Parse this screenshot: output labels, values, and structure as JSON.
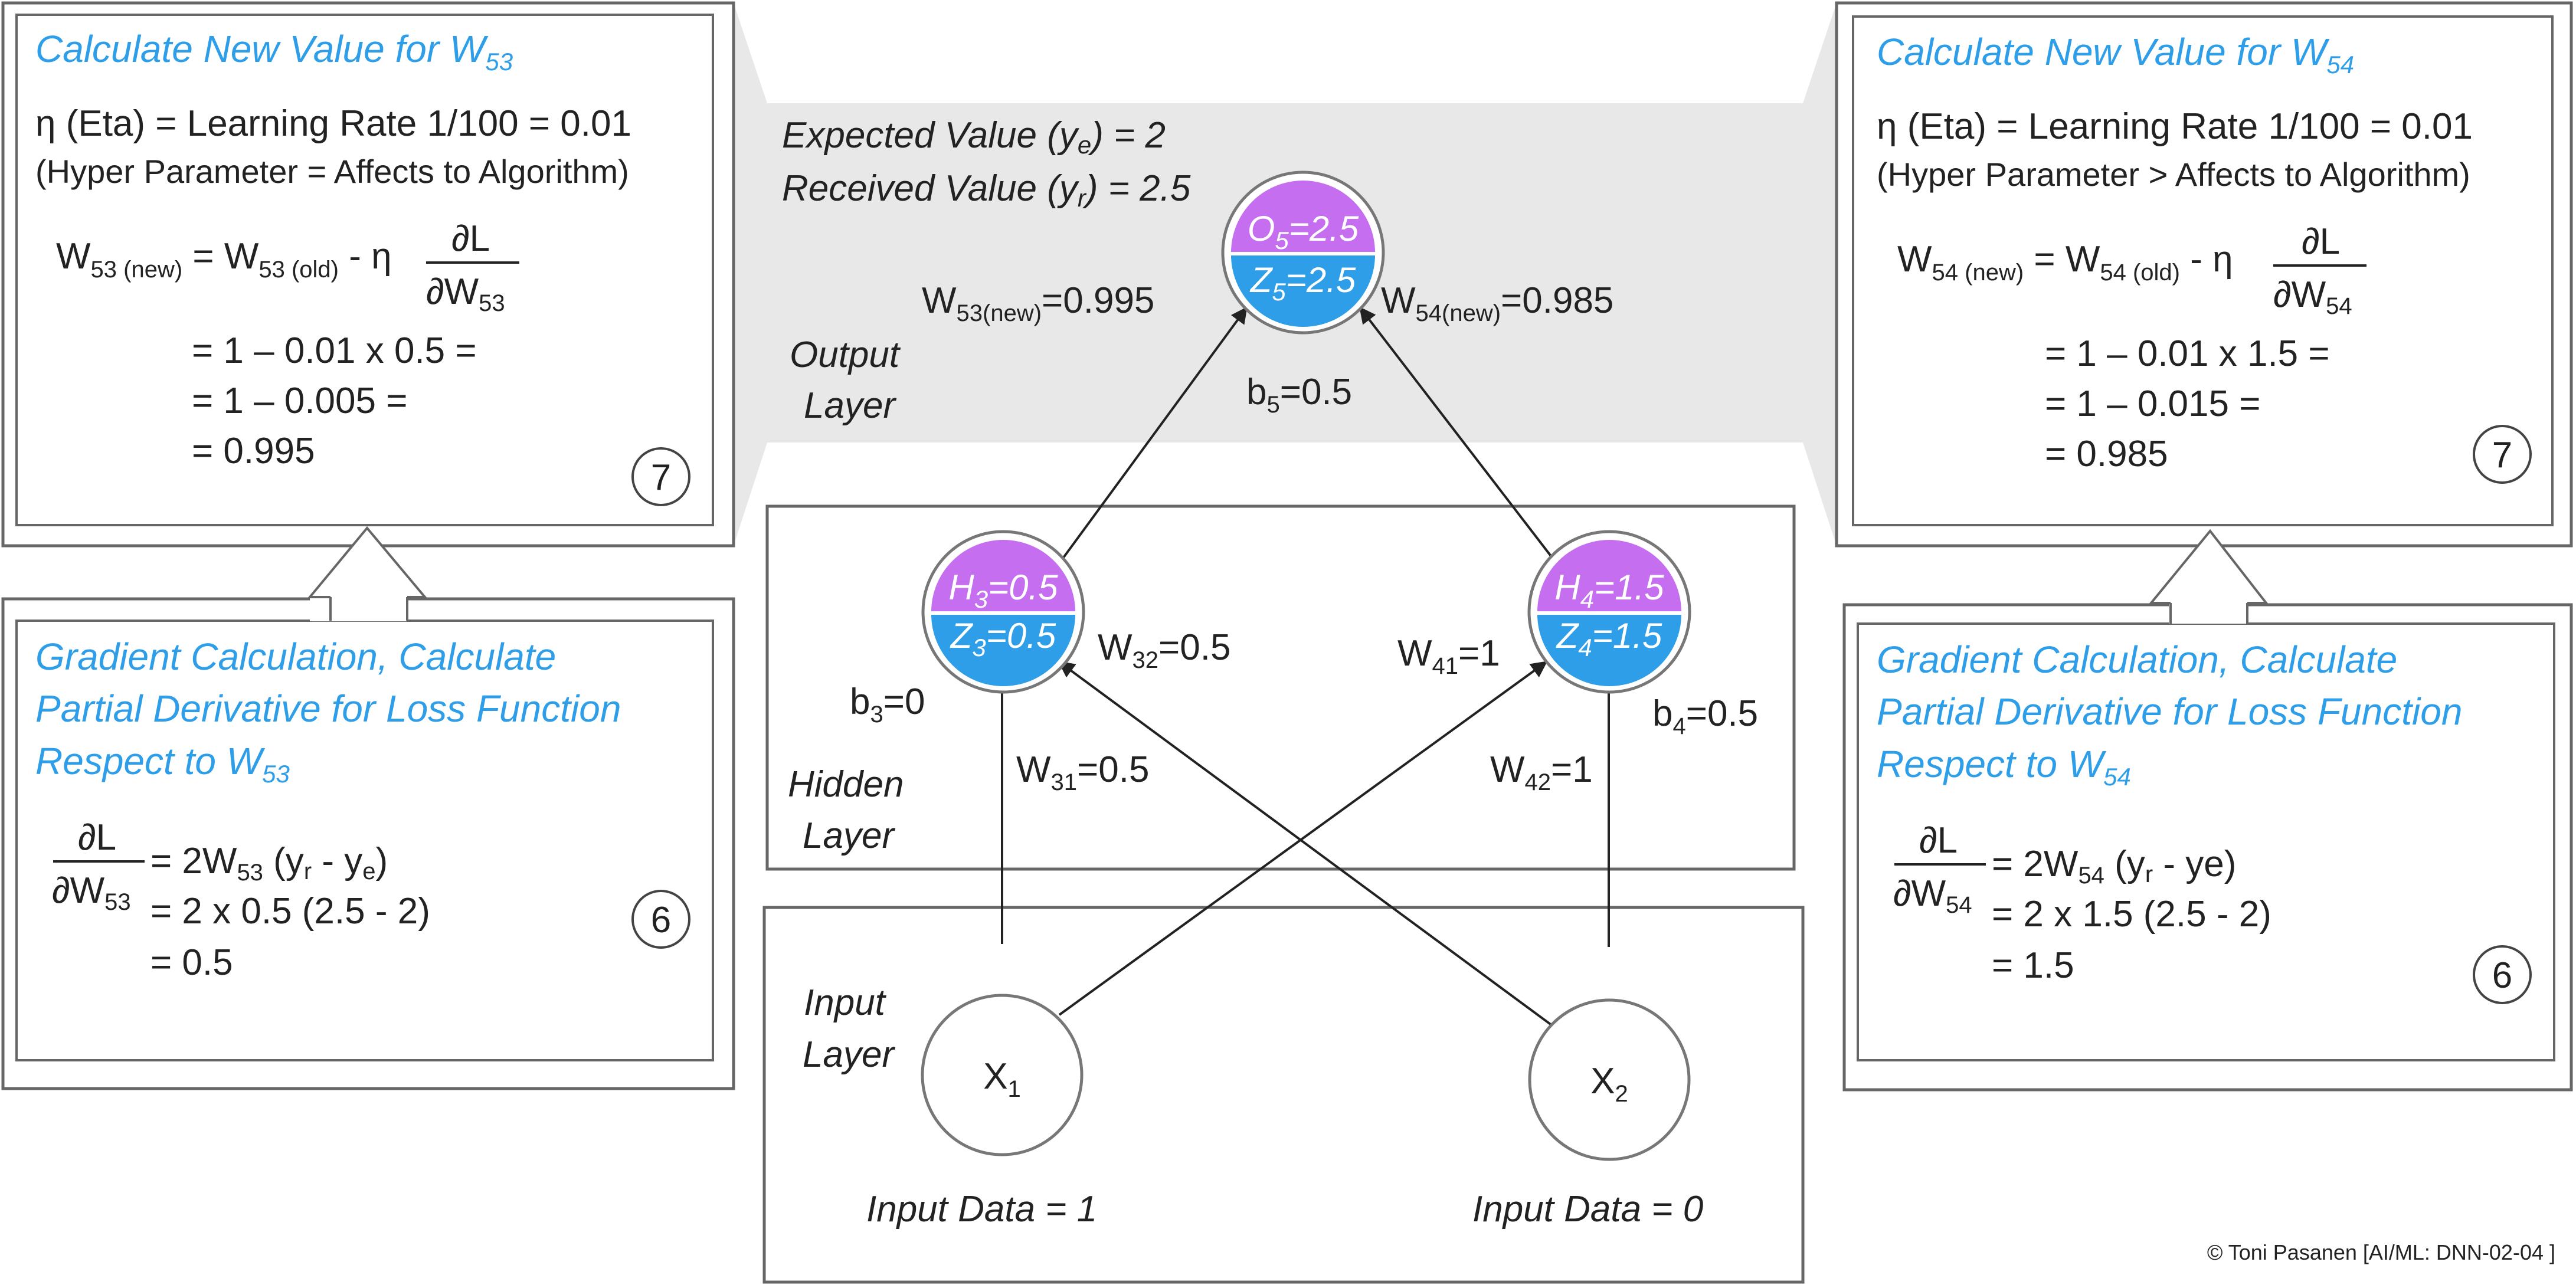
{
  "colors": {
    "accent_blue": "#2e9ee8",
    "node_purple": "#c56ef0",
    "node_blue": "#2e9ee8",
    "band_gray": "#e8e8e8",
    "box_border": "#666666"
  },
  "left_top": {
    "title": "Calculate New Value for W",
    "title_sub": "53",
    "eta_line": "η (Eta) = Learning Rate 1/100 = 0.01",
    "hyper_line": "(Hyper Parameter =  Affects to Algorithm)",
    "w": "W",
    "w_idx": "53",
    "new_sub": "53 (new)",
    "eq_part": " = W",
    "old_sub": "53 (old)",
    "minus_eta": " - η",
    "dL": "∂L",
    "dW": "∂W",
    "step1": "= 1 – 0.01 x 0.5 =",
    "step2": "= 1 – 0.005 =",
    "step3": "= 0.995",
    "badge": "7"
  },
  "left_bottom": {
    "title_line1": "Gradient Calculation, Calculate",
    "title_line2": "Partial Derivative for Loss Function",
    "title_line3": "Respect to W",
    "title_sub": "53",
    "dL": "∂L",
    "dW": "∂W",
    "dW_sub": "53",
    "eq1_a": "= 2W",
    "eq1_sub": "53",
    "eq1_b": " (y",
    "yr": "r",
    "eq1_c": " - y",
    "ye": "e",
    "eq1_d": ")",
    "eq2": "= 2 x 0.5 (2.5 - 2)",
    "eq3": "= 0.5",
    "badge": "6"
  },
  "right_top": {
    "title": "Calculate New Value for W",
    "title_sub": "54",
    "eta_line": "η (Eta) = Learning Rate 1/100 = 0.01",
    "hyper_line": "(Hyper Parameter > Affects to Algorithm)",
    "w": "W",
    "new_sub": "54 (new)",
    "eq_part": " = W",
    "old_sub": "54 (old)",
    "minus_eta": " - η",
    "dL": "∂L",
    "dW": "∂W",
    "w_idx": "54",
    "step1": "= 1 – 0.01 x 1.5 =",
    "step2": "= 1 – 0.015 =",
    "step3": "= 0.985",
    "badge": "7"
  },
  "right_bottom": {
    "title_line1": "Gradient Calculation, Calculate",
    "title_line2": "Partial Derivative for Loss Function",
    "title_line3": "Respect to W",
    "title_sub": "54",
    "dL": "∂L",
    "dW": "∂W",
    "dW_sub": "54",
    "eq1_a": "= 2W",
    "eq1_sub": "54",
    "eq1_b": " (y",
    "yr": "r",
    "eq1_c": " - ye)",
    "eq2": "= 2 x 1.5 (2.5 - 2)",
    "eq3": "= 1.5",
    "badge": "6"
  },
  "output_layer": {
    "label_line1": "Output",
    "label_line2": "Layer",
    "expected_a": "Expected Value (y",
    "expected_sub": "e",
    "expected_b": ") = 2",
    "received_a": "Received Value (y",
    "received_sub": "r",
    "received_b": ") = 2.5",
    "node_top_a": "O",
    "node_top_sub": "5",
    "node_top_b": "=2.5",
    "node_bottom_a": "Z",
    "node_bottom_sub": "5",
    "node_bottom_b": "=2.5",
    "w53_a": "W",
    "w53_sub": "53(new)",
    "w53_b": "=0.995",
    "w54_a": "W",
    "w54_sub": "54(new)",
    "w54_b": "=0.985",
    "b5_a": "b",
    "b5_sub": "5",
    "b5_b": "=0.5"
  },
  "hidden_layer": {
    "label_line1": "Hidden",
    "label_line2": "Layer",
    "h3_top_a": "H",
    "h3_top_sub": "3",
    "h3_top_b": "=0.5",
    "h3_bottom_a": "Z",
    "h3_bottom_sub": "3",
    "h3_bottom_b": "=0.5",
    "h4_top_a": "H",
    "h4_top_sub": "4",
    "h4_top_b": "=1.5",
    "h4_bottom_a": "Z",
    "h4_bottom_sub": "4",
    "h4_bottom_b": "=1.5",
    "w32_a": "W",
    "w32_sub": "32",
    "w32_b": "=0.5",
    "w41_a": "W",
    "w41_sub": "41",
    "w41_b": "=1",
    "w31_a": "W",
    "w31_sub": "31",
    "w31_b": "=0.5",
    "w42_a": "W",
    "w42_sub": "42",
    "w42_b": "=1",
    "b3_a": "b",
    "b3_sub": "3",
    "b3_b": "=0",
    "b4_a": "b",
    "b4_sub": "4",
    "b4_b": "=0.5"
  },
  "input_layer": {
    "label_line1": "Input",
    "label_line2": "Layer",
    "x1_a": "X",
    "x1_sub": "1",
    "x2_a": "X",
    "x2_sub": "2",
    "data1": "Input Data = 1",
    "data2": "Input Data = 0"
  },
  "copyright": "© Toni Pasanen [AI/ML: DNN-02-04 ]"
}
